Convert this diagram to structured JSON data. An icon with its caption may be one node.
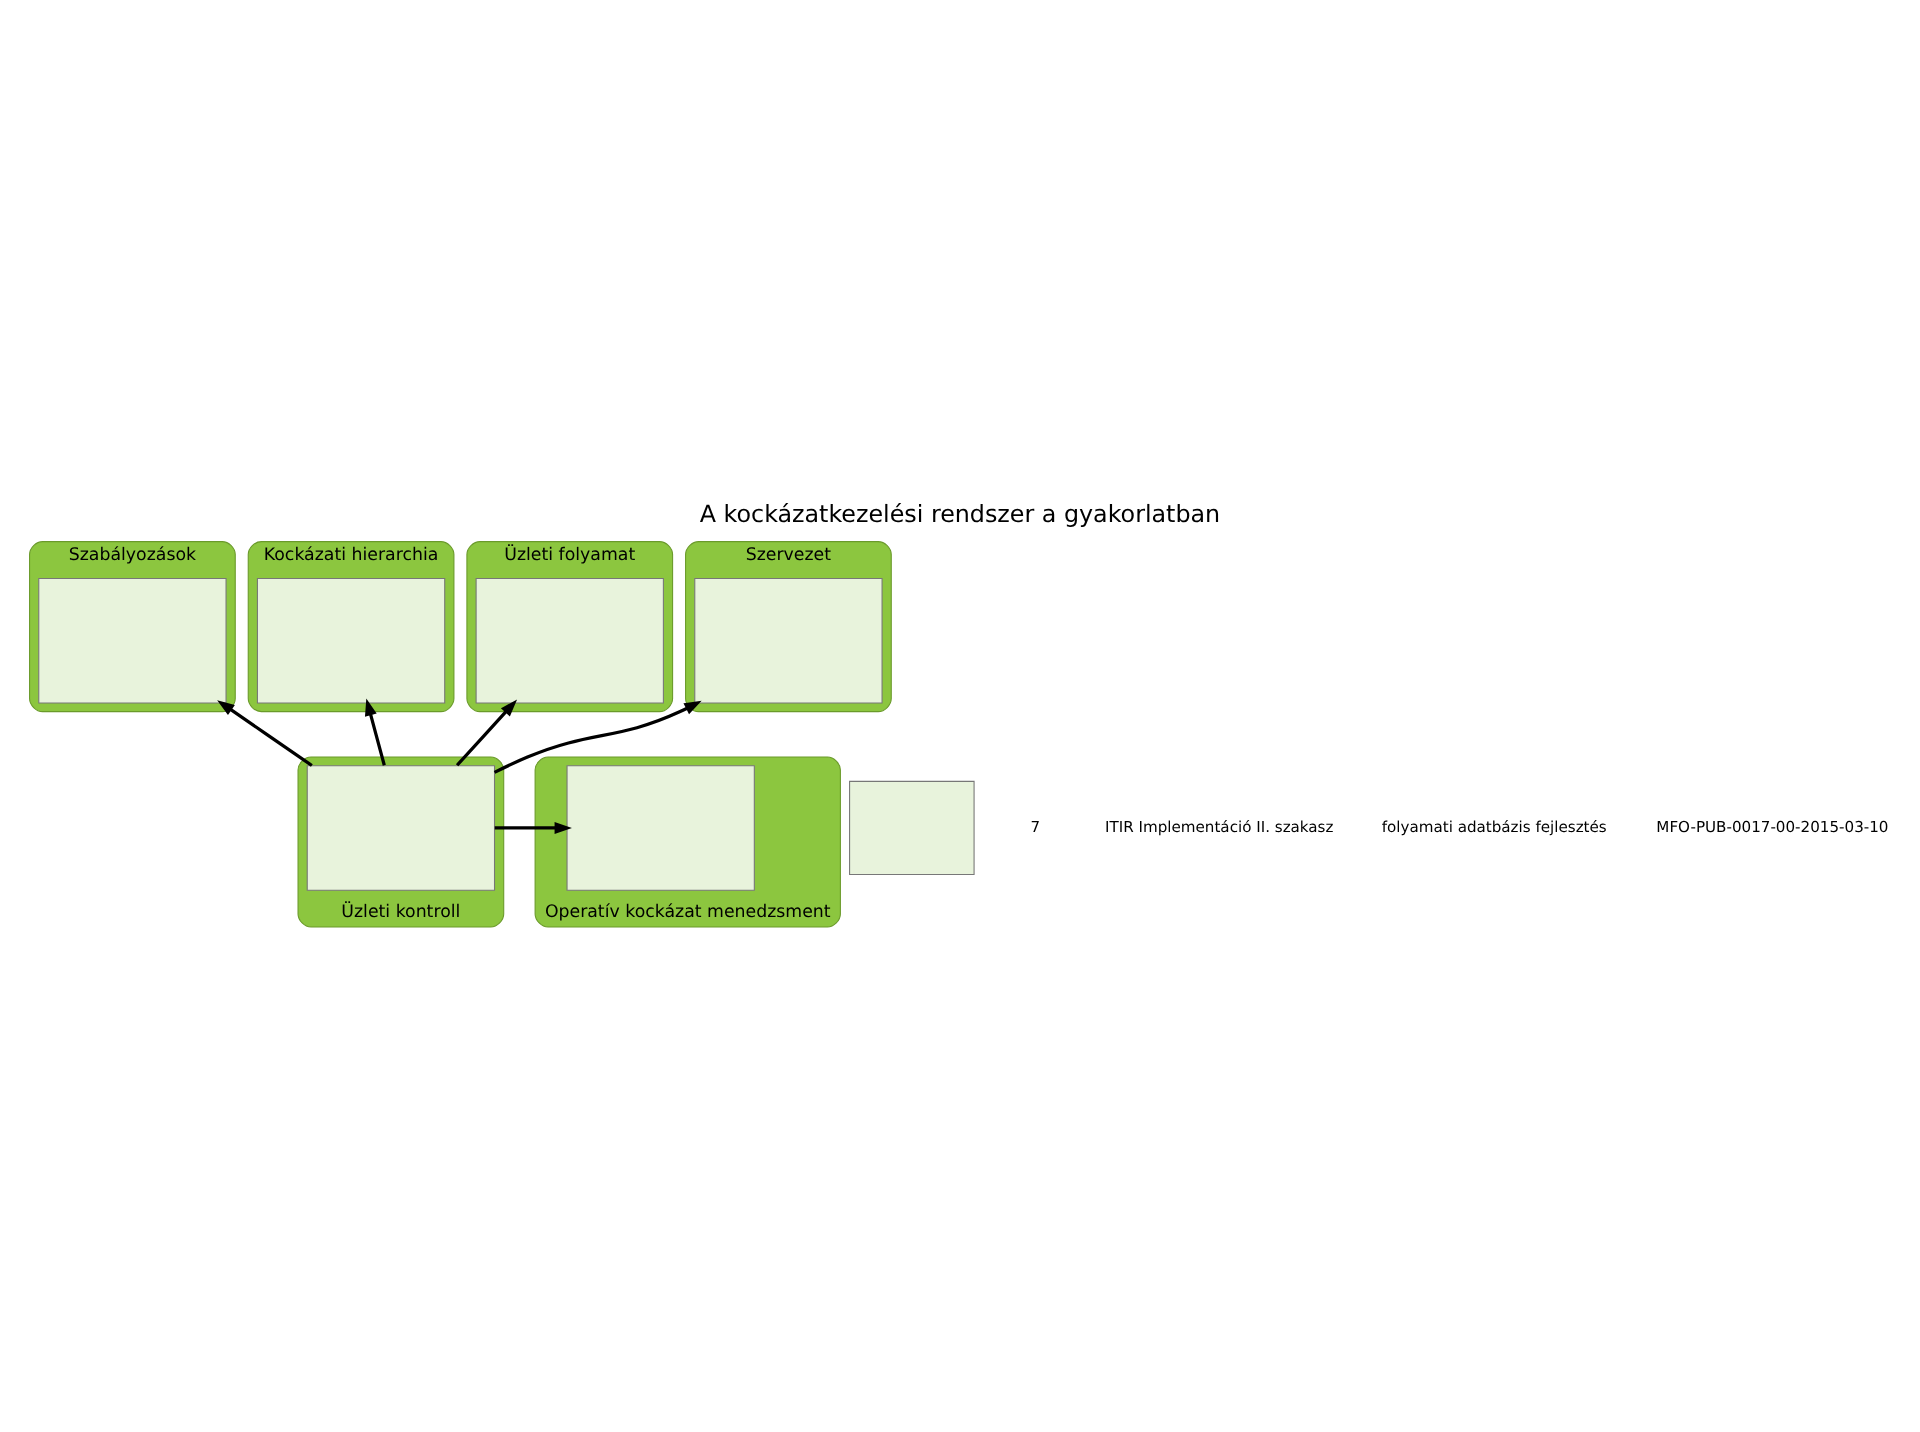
{
  "diagram": {
    "title": "A kockázatkezelési rendszer a gyakorlatban",
    "nodes": [
      {
        "text": [
          "Szabályozások"
        ]
      },
      {
        "text": [],
        "shape": "box",
        "in": 0
      },
      {
        "text": [
          "Kockázati hierarchia"
        ]
      },
      {
        "text": [],
        "shape": "box",
        "in": 2
      },
      {
        "text": [
          "Üzleti folyamat"
        ]
      },
      {
        "text": [],
        "shape": "box",
        "in": 4
      },
      {
        "text": [
          "Szervezet"
        ]
      },
      {
        "text": [],
        "shape": "box",
        "in": 6
      },
      {
        "text": [
          "Üzleti kontroll"
        ]
      },
      {
        "text": [],
        "shape": "box",
        "in": 8
      },
      {
        "text": [
          "Operatív kockázat menedzsment"
        ]
      },
      {
        "text": [],
        "shape": "box",
        "in": 10
      },
      {
        "text": [],
        "shape": "box"
      }
    ],
    "edges": [
      {
        "from": 9,
        "to": 1,
        "arrow": "to"
      },
      {
        "from": 9,
        "to": 3,
        "arrow": "to"
      },
      {
        "from": 9,
        "to": 5,
        "arrow": "to"
      },
      {
        "from": 9,
        "to": 7,
        "arrow": "to"
      },
      {
        "from": 9,
        "to": 11,
        "arrow": "to"
      }
    ],
    "labels": [
      "7",
      "ITIR Implementáció II. szakasz",
      "folyamati adatbázis fejlesztés",
      "MFO-PUB-0017-00-2015-03-10"
    ]
  }
}
